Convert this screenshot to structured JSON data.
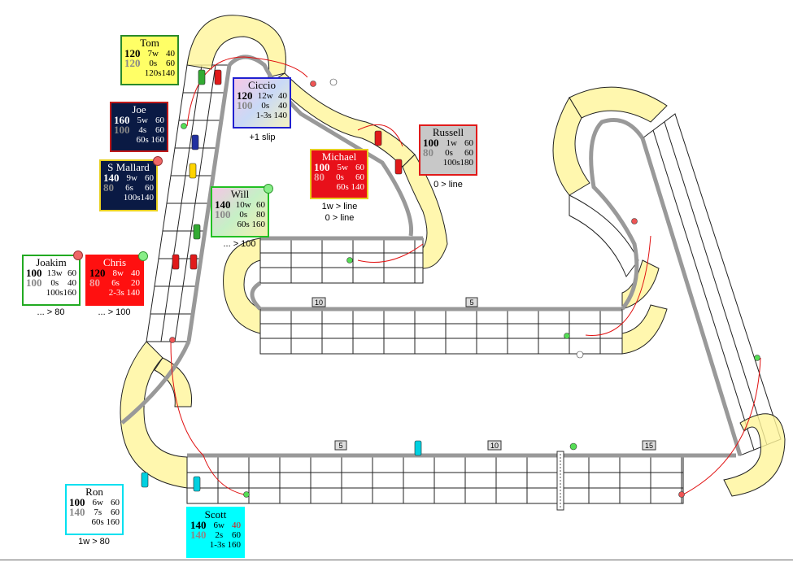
{
  "colors": {
    "tom": "#ffff66",
    "joe": "#0a1a44",
    "mallard": "#0a1a44",
    "ciccio": "#c9b8f0",
    "michael": "#e8101a",
    "russell": "#c8c8c8",
    "will": "#cbe6c8",
    "joakim": "#ffffff",
    "chris": "#ff1010",
    "ron": "#ffffff",
    "scott": "#00ffff"
  },
  "markers": {
    "m5": "5",
    "m10": "10",
    "m15": "15"
  },
  "drivers": {
    "tom": {
      "name": "Tom",
      "r1a": "120",
      "r1b": "7w",
      "r1c": "40",
      "r2a": "120",
      "r2b": "0s",
      "r2c": "60",
      "r3": "120s140"
    },
    "joe": {
      "name": "Joe",
      "r1a": "160",
      "r1b": "5w",
      "r1c": "60",
      "r2a": "100",
      "r2b": "4s",
      "r2c": "60",
      "r3": "60s 160"
    },
    "mallard": {
      "name": "S Mallard",
      "r1a": "140",
      "r1b": "9w",
      "r1c": "60",
      "r2a": "80",
      "r2b": "6s",
      "r2c": "60",
      "r3": "100s140"
    },
    "ciccio": {
      "name": "Ciccio",
      "r1a": "120",
      "r1b": "12w",
      "r1c": "40",
      "r2a": "100",
      "r2b": "0s",
      "r2c": "40",
      "r3": "1-3s 140",
      "note": "+1 slip"
    },
    "michael": {
      "name": "Michael",
      "r1a": "100",
      "r1b": "5w",
      "r1c": "60",
      "r2a": "80",
      "r2b": "0s",
      "r2c": "60",
      "r3": "60s 140",
      "note1": "1w > line",
      "note2": "0 > line"
    },
    "russell": {
      "name": "Russell",
      "r1a": "100",
      "r1b": "1w",
      "r1c": "60",
      "r2a": "80",
      "r2b": "0s",
      "r2c": "60",
      "r3": "100s180",
      "note": "0 > line"
    },
    "will": {
      "name": "Will",
      "r1a": "140",
      "r1b": "10w",
      "r1c": "60",
      "r2a": "100",
      "r2b": "0s",
      "r2c": "80",
      "r3": "60s 160",
      "note": "... > 100"
    },
    "joakim": {
      "name": "Joakim",
      "r1a": "100",
      "r1b": "13w",
      "r1c": "60",
      "r2a": "100",
      "r2b": "0s",
      "r2c": "40",
      "r3": "100s160",
      "note": "... > 80"
    },
    "chris": {
      "name": "Chris",
      "r1a": "120",
      "r1b": "8w",
      "r1c": "40",
      "r2a": "80",
      "r2b": "6s",
      "r2c": "20",
      "r3": "2-3s 140",
      "note": "... > 100"
    },
    "ron": {
      "name": "Ron",
      "r1a": "100",
      "r1b": "6w",
      "r1c": "60",
      "r2a": "140",
      "r2b": "7s",
      "r2c": "60",
      "r3": "60s 160",
      "note": "1w > 80"
    },
    "scott": {
      "name": "Scott",
      "r1a": "140",
      "r1b": "6w",
      "r1c": "40",
      "r2a": "140",
      "r2b": "2s",
      "r2c": "60",
      "r3": "1-3s 160"
    }
  }
}
